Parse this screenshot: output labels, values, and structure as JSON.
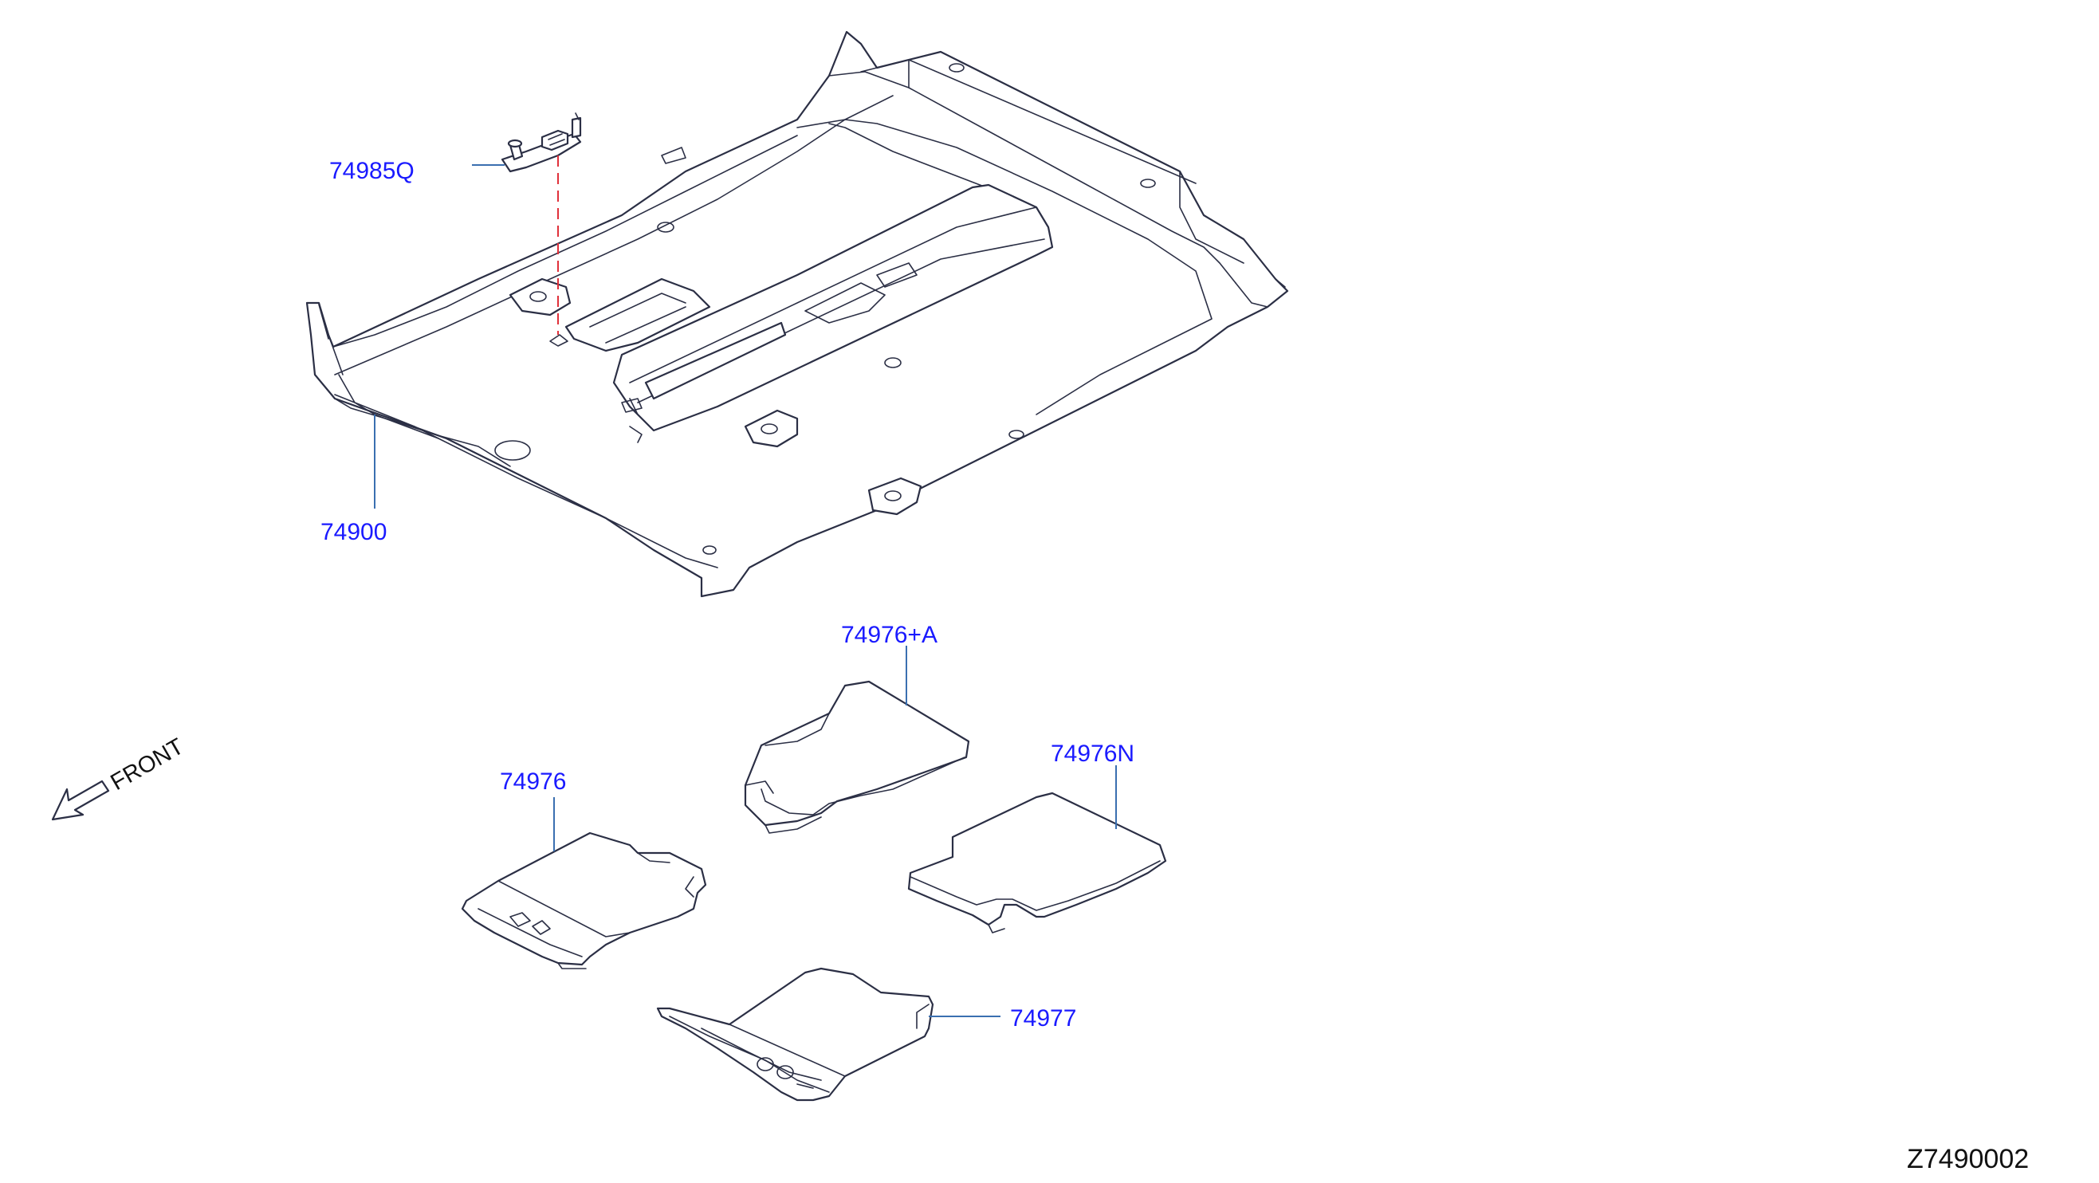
{
  "parts": {
    "clip": {
      "number": "74985Q"
    },
    "carpet": {
      "number": "74900"
    },
    "mat_rear_left": {
      "number": "74976+A"
    },
    "mat_front_left": {
      "number": "74976"
    },
    "mat_rear_right": {
      "number": "74976N"
    },
    "mat_front_right": {
      "number": "74977"
    }
  },
  "orientation": {
    "label": "FRONT"
  },
  "diagram_code": "Z7490002",
  "colors": {
    "label_text": "#1a1aff",
    "outline": "#2b2f45",
    "leader_line": "#3a6fb0",
    "dashed_leader": "#e0303a"
  }
}
